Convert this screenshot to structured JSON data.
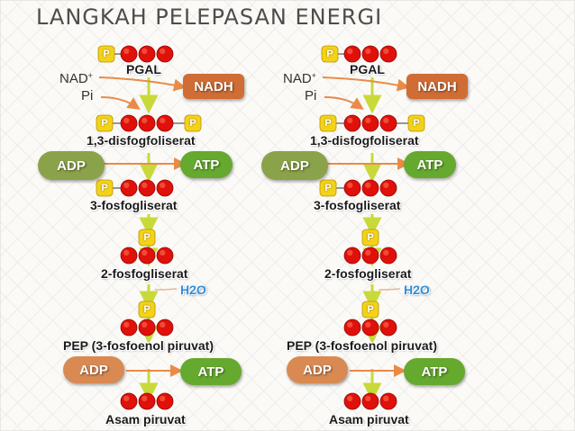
{
  "title": "LANGKAH PELEPASAN ENERGI",
  "labels": {
    "p": "P",
    "nad": "NAD",
    "nad_sup": "+",
    "pi": "Pi",
    "pgal": "PGAL",
    "nadh": "NADH",
    "bpg": "1,3-disfogfoliserat",
    "adp": "ADP",
    "atp": "ATP",
    "pg3": "3-fosfogliserat",
    "pg2": "2-fosfogliserat",
    "h2o": "H2O",
    "pep": "PEP (3-fosfoenol piruvat)",
    "pyr": "Asam piruvat"
  },
  "colors": {
    "phosphate": "#f3d21a",
    "carbon": "#e0100a",
    "adp_top": "#8aa24a",
    "adp_bottom": "#d98a52",
    "atp": "#65a92e",
    "nadh": "#cf6d35",
    "arrow_main": "#c9d93a",
    "arrow_side": "#e98b47"
  }
}
